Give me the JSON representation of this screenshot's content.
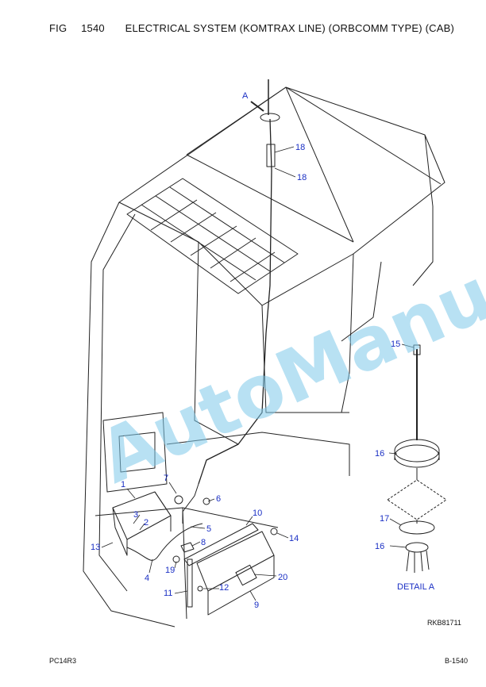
{
  "header": {
    "fig_label": "FIG",
    "fig_number": "1540",
    "title": "ELECTRICAL SYSTEM (KOMTRAX LINE) (ORBCOMM TYPE) (CAB)"
  },
  "callouts": {
    "a": "A",
    "c18a": "18",
    "c18b": "18",
    "c15": "15",
    "c16a": "16",
    "c17": "17",
    "c16b": "16",
    "c1": "1",
    "c7": "7",
    "c6": "6",
    "c10": "10",
    "c3": "3",
    "c2": "2",
    "c5": "5",
    "c14": "14",
    "c13": "13",
    "c8": "8",
    "c19": "19",
    "c4": "4",
    "c20": "20",
    "c12": "12",
    "c11": "11",
    "c9": "9"
  },
  "detail_label": "DETAIL A",
  "drawing_ref": "RKB81711",
  "watermark": "AutoManual",
  "footer": {
    "model": "PC14R3",
    "page": "B-1540"
  },
  "colors": {
    "callout": "#1a2fc4",
    "watermark": "#7ec8ea",
    "line": "#222222"
  }
}
